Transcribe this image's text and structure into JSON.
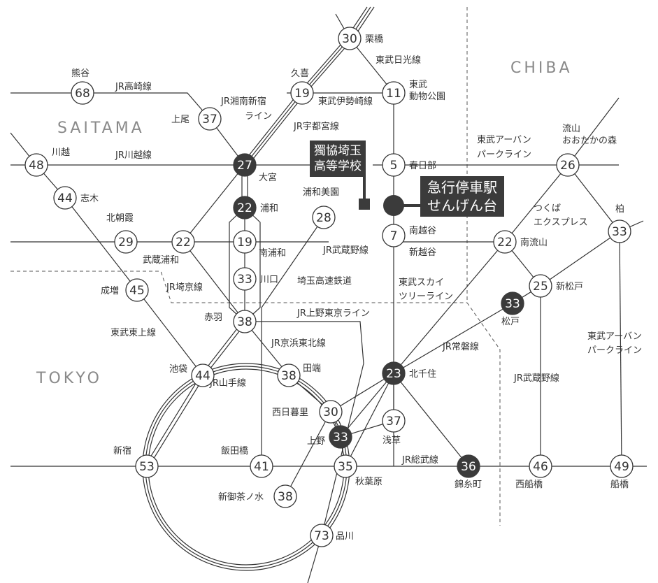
{
  "regions": {
    "saitama": "SAITAMA",
    "chiba": "CHIBA",
    "tokyo": "TOKYO"
  },
  "school": {
    "line1": "獨協埼玉",
    "line2": "高等学校"
  },
  "station_box": {
    "line1": "急行停車駅",
    "line2": "せんげん台"
  },
  "stations": [
    {
      "min": "30",
      "name": "栗橋",
      "dark": false
    },
    {
      "min": "68",
      "name": "熊谷",
      "dark": false
    },
    {
      "min": "19",
      "name": "久喜",
      "dark": false
    },
    {
      "min": "11",
      "name": "東武 動物公園",
      "dark": false
    },
    {
      "min": "37",
      "name": "上尾",
      "dark": false
    },
    {
      "min": "48",
      "name": "川越",
      "dark": false
    },
    {
      "min": "27",
      "name": "大宮",
      "dark": true
    },
    {
      "min": "5",
      "name": "春日部",
      "dark": false
    },
    {
      "min": "26",
      "name": "流山 おおたかの森",
      "dark": false
    },
    {
      "min": "44",
      "name": "志木",
      "dark": false
    },
    {
      "min": "22",
      "name": "浦和",
      "dark": true
    },
    {
      "min": "28",
      "name": "浦和美園",
      "dark": false
    },
    {
      "min": "29",
      "name": "北朝霞",
      "dark": false
    },
    {
      "min": "22",
      "name": "武蔵浦和",
      "dark": false
    },
    {
      "min": "19",
      "name": "南浦和",
      "dark": false
    },
    {
      "min": "7",
      "name": "南越谷",
      "name2": "新越谷",
      "dark": false
    },
    {
      "min": "22",
      "name": "南流山",
      "dark": false
    },
    {
      "min": "33",
      "name": "柏",
      "dark": false
    },
    {
      "min": "33",
      "name": "川口",
      "dark": false
    },
    {
      "min": "45",
      "name": "成増",
      "dark": false
    },
    {
      "min": "25",
      "name": "新松戸",
      "dark": false
    },
    {
      "min": "33",
      "name": "松戸",
      "dark": true
    },
    {
      "min": "38",
      "name": "赤羽",
      "dark": false
    },
    {
      "min": "44",
      "name": "池袋",
      "dark": false
    },
    {
      "min": "38",
      "name": "田端",
      "dark": false
    },
    {
      "min": "23",
      "name": "北千住",
      "dark": true
    },
    {
      "min": "30",
      "name": "西日暮里",
      "dark": false
    },
    {
      "min": "37",
      "name": "浅草",
      "dark": false
    },
    {
      "min": "33",
      "name": "上野",
      "dark": true
    },
    {
      "min": "53",
      "name": "新宿",
      "dark": false
    },
    {
      "min": "41",
      "name": "飯田橋",
      "dark": false
    },
    {
      "min": "35",
      "name": "秋葉原",
      "dark": false
    },
    {
      "min": "36",
      "name": "錦糸町",
      "dark": true
    },
    {
      "min": "46",
      "name": "西船橋",
      "dark": false
    },
    {
      "min": "49",
      "name": "船橋",
      "dark": false
    },
    {
      "min": "38",
      "name": "新御茶ノ水",
      "dark": false
    },
    {
      "min": "73",
      "name": "品川",
      "dark": false
    }
  ],
  "lines": [
    "JR高崎線",
    "JR湘南新宿",
    "ライン",
    "JR宇都宮線",
    "東武伊勢崎線",
    "東武日光線",
    "JR川越線",
    "東武アーバン",
    "パークライン",
    "つくば",
    "エクスプレス",
    "JR武蔵野線",
    "JR埼京線",
    "埼玉高速鉄道",
    "JR上野東京ライン",
    "東武スカイ",
    "ツリーライン",
    "JR常磐線",
    "東武東上線",
    "JR京浜東北線",
    "JR山手線",
    "JR総武線",
    "東武アーバン",
    "パークライン",
    "JR武蔵野線"
  ],
  "colors": {
    "dark": "#3b3b3b",
    "line": "#333333",
    "region": "#8a8a8a"
  }
}
